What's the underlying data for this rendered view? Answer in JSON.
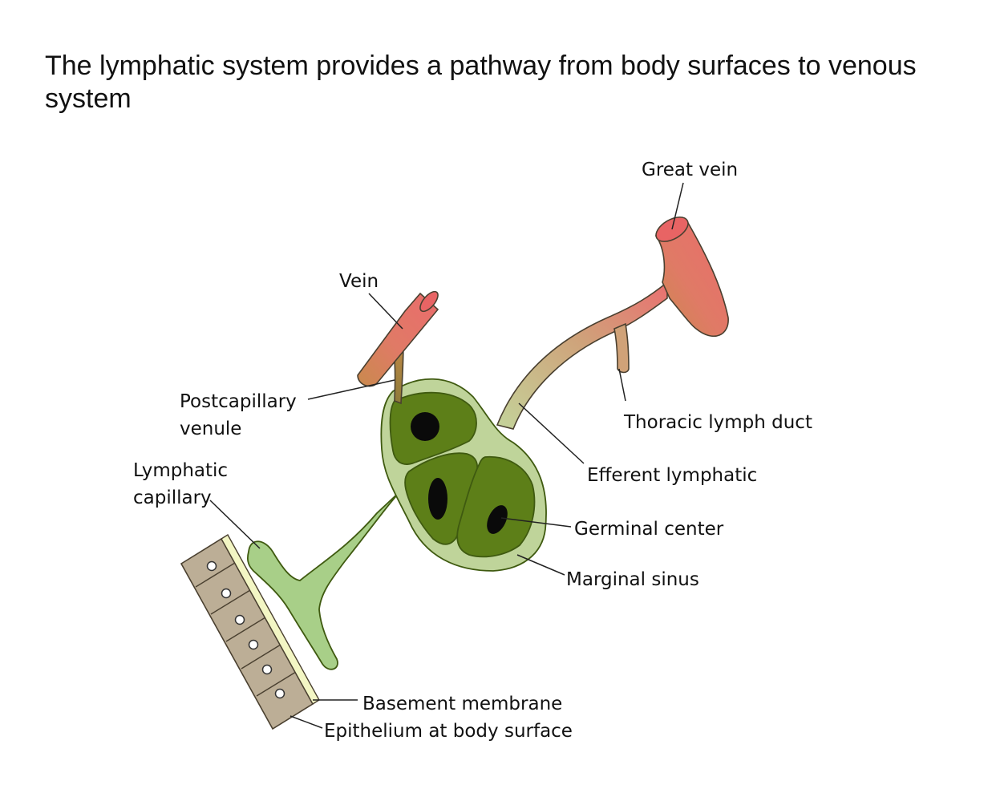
{
  "title": "The lymphatic system provides a pathway from body surfaces to venous system",
  "labels": {
    "great_vein": "Great vein",
    "vein": "Vein",
    "postcapillary_line1": "Postcapillary",
    "postcapillary_line2": "venule",
    "thoracic_duct": "Thoracic lymph duct",
    "lymph_cap_line1": "Lymphatic",
    "lymph_cap_line2": "capillary",
    "efferent": "Efferent lymphatic",
    "germinal": "Germinal center",
    "marginal": "Marginal sinus",
    "basement": "Basement membrane",
    "epithelium": "Epithelium at body surface"
  },
  "colors": {
    "lymph_light": "#bfd49a",
    "lymph_mid": "#a8cf88",
    "node_tissue": "#5d7f18",
    "node_outline": "#3f5a10",
    "vein_red": "#ea7070",
    "vein_dark": "#c85050",
    "venule_brown": "#a67c3c",
    "epithelium_tan": "#bcae96",
    "basement_yellow": "#f3f6c4",
    "germinal_black": "#0a0a0a"
  }
}
